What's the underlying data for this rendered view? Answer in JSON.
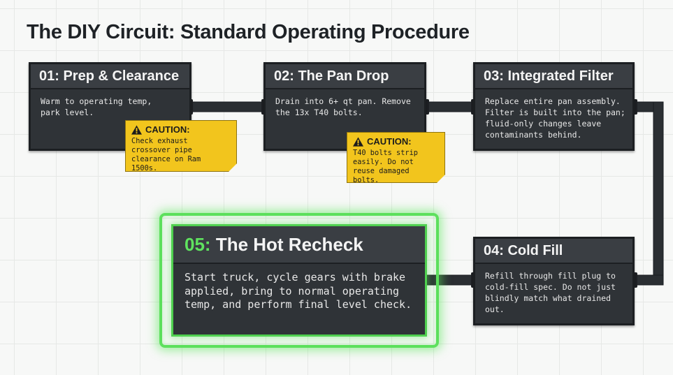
{
  "title": "The DIY Circuit: Standard Operating Procedure",
  "colors": {
    "card_bg": "#2f3337",
    "card_header_bg": "#3a3e43",
    "connector": "#2b2f33",
    "caution_bg": "#f2c51d",
    "highlight_green": "#5de05d"
  },
  "steps": [
    {
      "label": "01: Prep & Clearance",
      "body": "Warm to operating temp, park level."
    },
    {
      "label": "02: The Pan Drop",
      "body": "Drain into 6+ qt pan. Remove the 13x T40 bolts."
    },
    {
      "label": "03: Integrated Filter",
      "body": "Replace entire pan assembly. Filter is built into the pan; fluid-only changes leave contaminants behind."
    },
    {
      "label": "04: Cold Fill",
      "body": "Refill through fill plug to cold-fill spec. Do not just blindly match what drained out."
    },
    {
      "num": "05:",
      "label": "The Hot Recheck",
      "body": "Start truck, cycle gears with brake applied, bring to normal operating temp, and perform final level check."
    }
  ],
  "cautions": [
    {
      "title": "CAUTION:",
      "icon": "warning-triangle-icon",
      "body": "Check exhaust crossover pipe clearance on Ram 1500s."
    },
    {
      "title": "CAUTION:",
      "icon": "warning-triangle-icon",
      "body": "T40 bolts strip easily. Do not reuse damaged bolts."
    }
  ]
}
